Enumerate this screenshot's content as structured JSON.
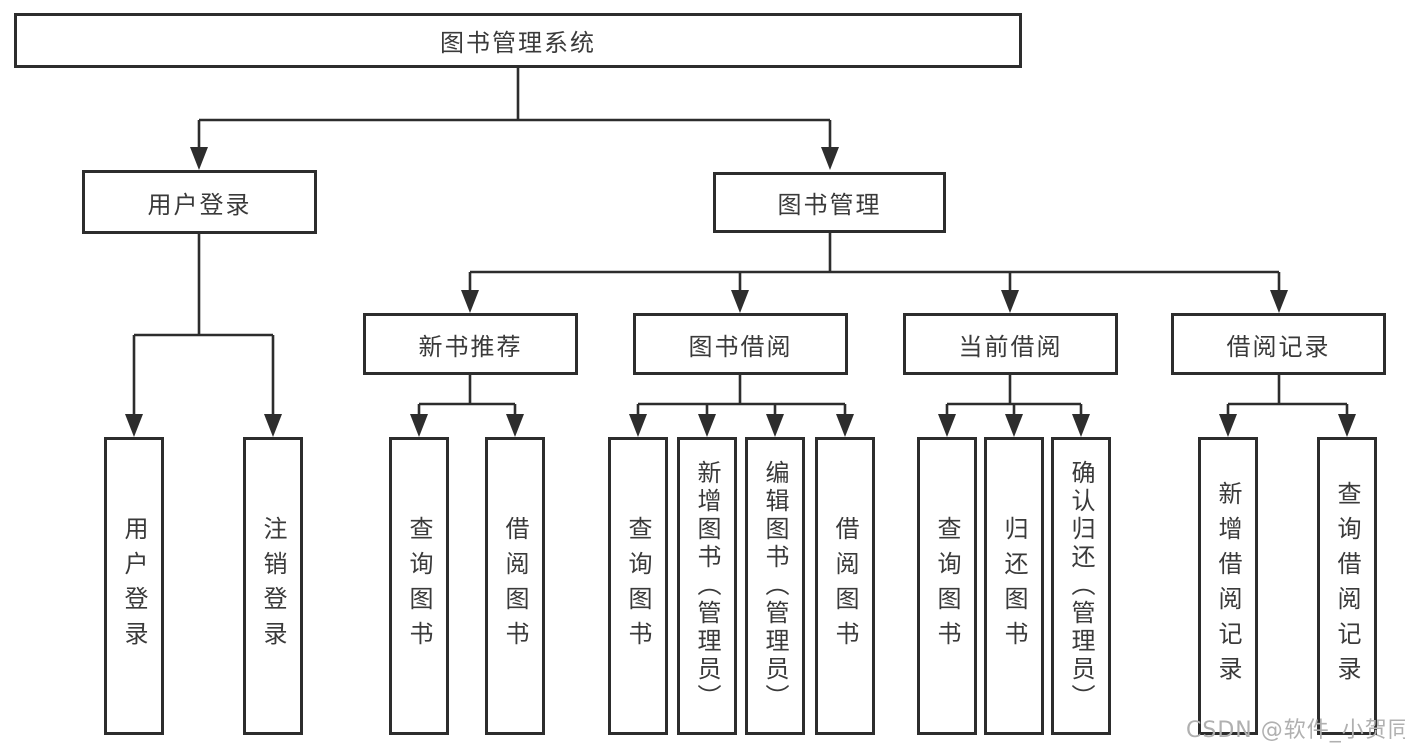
{
  "tree": {
    "root": {
      "label": "图书管理系统"
    },
    "branches": [
      {
        "label": "用户登录",
        "children": [
          {
            "label": "用户登录"
          },
          {
            "label": "注销登录"
          }
        ]
      },
      {
        "label": "图书管理",
        "children": [
          {
            "label": "新书推荐",
            "children": [
              {
                "label": "查询图书"
              },
              {
                "label": "借阅图书"
              }
            ]
          },
          {
            "label": "图书借阅",
            "children": [
              {
                "label": "查询图书"
              },
              {
                "label": "新增图书（管理员）"
              },
              {
                "label": "编辑图书（管理员）"
              },
              {
                "label": "借阅图书"
              }
            ]
          },
          {
            "label": "当前借阅",
            "children": [
              {
                "label": "查询图书"
              },
              {
                "label": "归还图书"
              },
              {
                "label": "确认归还（管理员）"
              }
            ]
          },
          {
            "label": "借阅记录",
            "children": [
              {
                "label": "新增借阅记录"
              },
              {
                "label": "查询借阅记录"
              }
            ]
          }
        ]
      }
    ]
  },
  "watermark": {
    "text": "CSDN @软件_小贺同学"
  },
  "colors": {
    "line": "#2d2d2d",
    "box_border": "#2d2d2d",
    "text": "#3a3a3a",
    "background": "#ffffff",
    "watermark_text": "#b0b0b0"
  }
}
